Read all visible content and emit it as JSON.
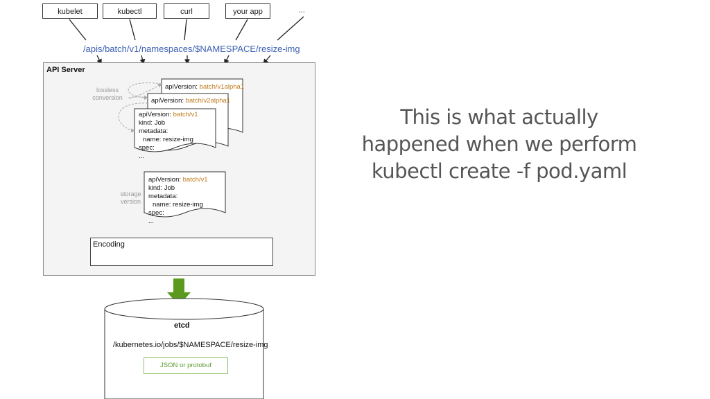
{
  "clients": [
    "kubelet",
    "kubectl",
    "curl",
    "your app"
  ],
  "clients_more": "...",
  "api_url": "/apis/batch/v1/namespaces/$NAMESPACE/resize-img",
  "api_server": {
    "title": "API Server",
    "conversion_label": "lossless conversion",
    "storage_label": "storage version",
    "encoding_label": "Encoding"
  },
  "documents": {
    "v1alpha1": {
      "key": "apiVersion:",
      "version": "batch/v1alpha1"
    },
    "v2alpha1": {
      "key": "apiVersion:",
      "version": "batch/v2alpha1"
    },
    "v1": {
      "key": "apiVersion:",
      "version": "batch/v1",
      "lines": [
        "kind: Job",
        "metadata:",
        "  name: resize-img",
        "spec:",
        "..."
      ]
    },
    "storage": {
      "key": "apiVersion:",
      "version": "batch/v1",
      "lines": [
        "kind: Job",
        "metadata:",
        "  name: resize-img",
        "spec:",
        "..."
      ]
    }
  },
  "etcd": {
    "title": "etcd",
    "path": "/kubernetes.io/jobs/$NAMESPACE/resize-img",
    "format": "JSON or protobuf"
  },
  "headline": [
    "This is what actually",
    "happened when we perform",
    "kubectl create -f pod.yaml"
  ],
  "colors": {
    "url": "#3b5fb5",
    "version": "#c07a1c",
    "arrow_green": "#5b9a1f",
    "json_green": "#5a9a2e"
  }
}
